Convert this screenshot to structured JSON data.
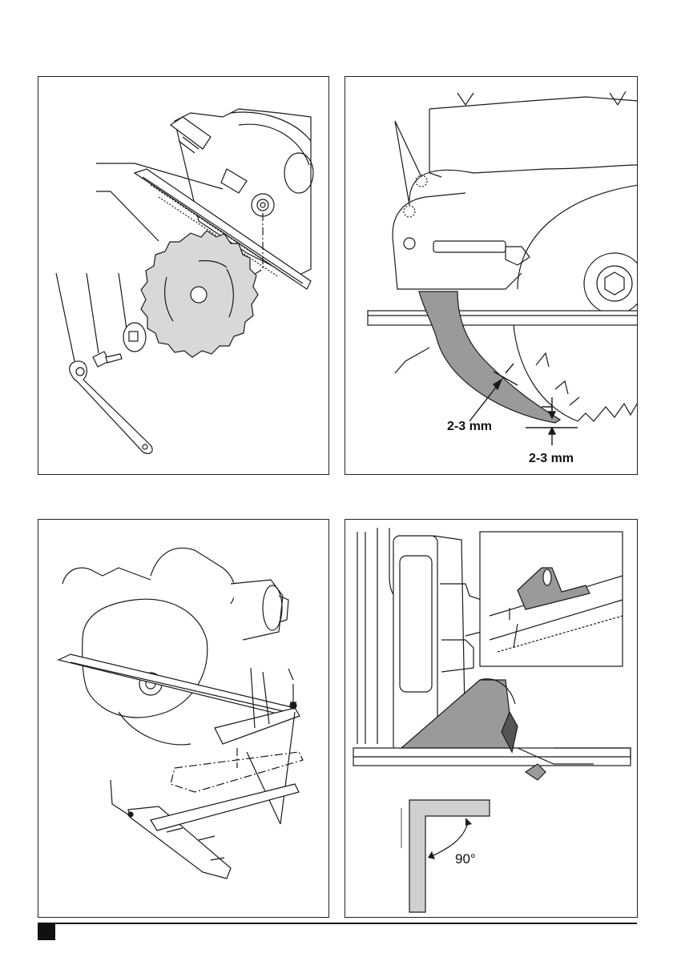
{
  "figures": {
    "blade_mounting": {},
    "riving_knife_adjustment": {
      "gap_label_upper": "2-3 mm",
      "gap_label_lower": "2-3 mm"
    },
    "parallel_guide": {},
    "angle_check": {
      "angle_label": "90°"
    }
  },
  "colors": {
    "line": "#1a1a1a",
    "riving_knife_fill": "#9a9a9a",
    "part_fill": "#d0d0d0",
    "dark_fill": "#6f6f6f"
  }
}
